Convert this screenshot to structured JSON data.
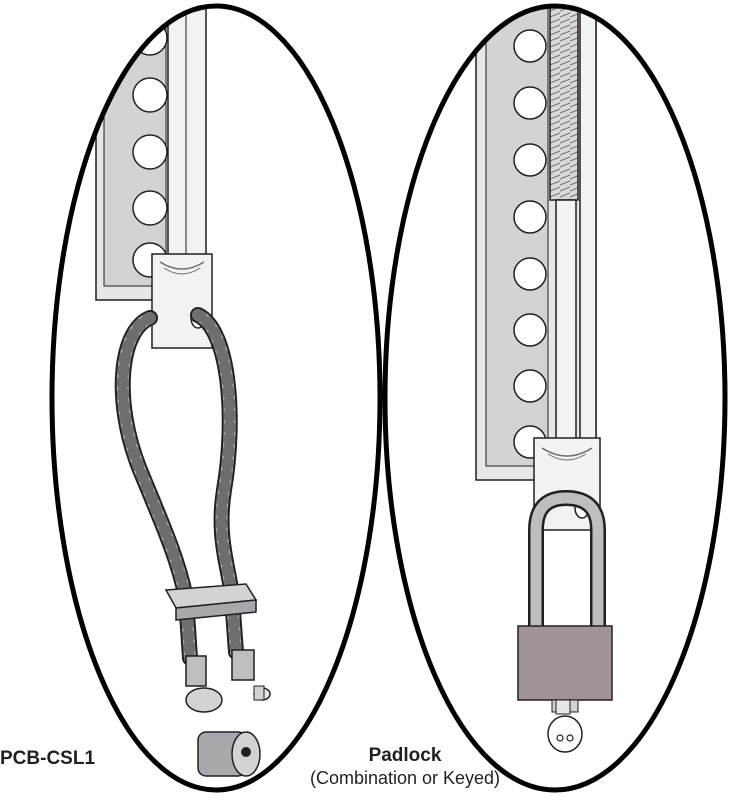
{
  "left_panel": {
    "label": "PCB-CSL1"
  },
  "right_panel": {
    "label": "Padlock",
    "sublabel": "(Combination or Keyed)"
  }
}
